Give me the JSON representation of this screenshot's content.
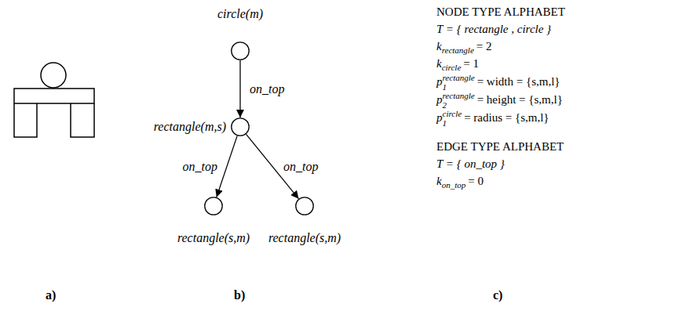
{
  "diagram": {
    "nodes": [
      {
        "text": [
          "circle(m)"
        ]
      },
      {
        "text": [
          "rectangle(m,s)"
        ]
      },
      {
        "text": [
          "rectangle(s,m)"
        ]
      },
      {
        "text": [
          "rectangle(s,m)"
        ]
      }
    ],
    "edges": [
      {
        "from": 0,
        "to": 1,
        "arrow": "to",
        "label": "on_top"
      },
      {
        "from": 1,
        "to": 2,
        "arrow": "to",
        "label": "on_top"
      },
      {
        "from": 1,
        "to": 3,
        "arrow": "to",
        "label": "on_top"
      }
    ],
    "labels": [
      "a)",
      "b)",
      "c)",
      "NODE TYPE ALPHABET",
      "T = { rectangle , circle }",
      "k",
      "rectangle",
      "= 2",
      "k",
      "circle",
      "= 1",
      "p",
      "1",
      "rectangle",
      "= width = {s,m,l}",
      "p",
      "2",
      "rectangle",
      "= height = {s,m,l}",
      "p",
      "1",
      "circle",
      "= radius = {s,m,l}",
      "EDGE TYPE ALPHABET",
      "T = { on_top }",
      "k",
      "on_top",
      "= 0"
    ]
  }
}
